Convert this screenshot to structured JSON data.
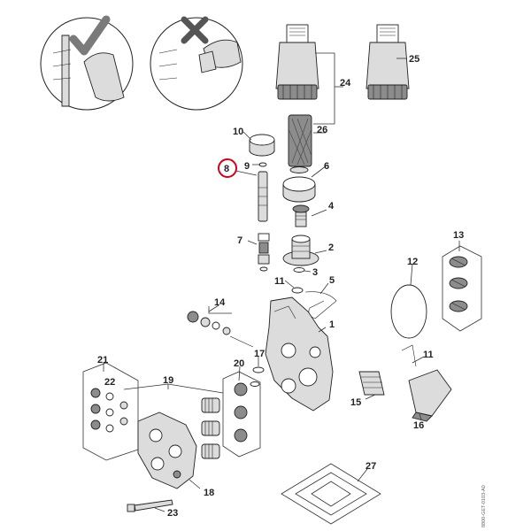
{
  "callouts": {
    "c1": "1",
    "c2": "2",
    "c3": "3",
    "c4": "4",
    "c5": "5",
    "c6": "6",
    "c7": "7",
    "c8": "8",
    "c9": "9",
    "c10": "10",
    "c11a": "11",
    "c11b": "11",
    "c12": "12",
    "c13": "13",
    "c14": "14",
    "c15": "15",
    "c16": "16",
    "c17": "17",
    "c18": "18",
    "c19": "19",
    "c20": "20",
    "c21": "21",
    "c22": "22",
    "c23": "23",
    "c24": "24",
    "c25": "25",
    "c26": "26",
    "c27": "27"
  },
  "highlight": {
    "part": "8",
    "color": "#d0021b"
  },
  "doc_code": "8800-GET-0103-A0",
  "icons": {
    "correct": "checkmark-icon",
    "wrong": "x-mark-icon"
  }
}
